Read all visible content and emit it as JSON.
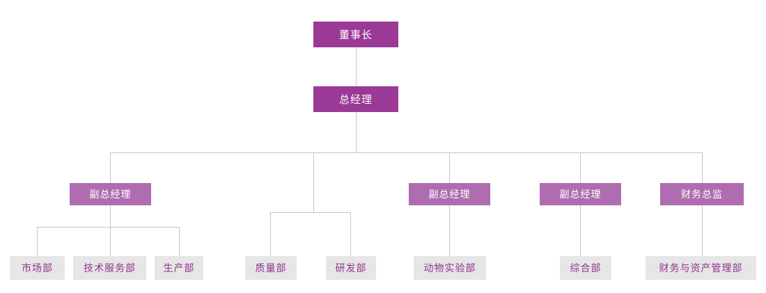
{
  "chart": {
    "title": "",
    "type": "org-chart",
    "colors": {
      "top_box_fill": "#9b3a96",
      "top_box_text": "#ffffff",
      "mid_box_fill": "#af6cb0",
      "mid_box_text": "#ffffff",
      "dept_box_fill": "#e6e6e6",
      "dept_box_text": "#8f338c",
      "connector_line": "#b9c7d1",
      "background": "#ffffff"
    },
    "levels": {
      "level1": [
        {
          "id": "chairman",
          "label": "董事长"
        }
      ],
      "level2": [
        {
          "id": "general-manager",
          "label": "总经理"
        }
      ],
      "level3": [
        {
          "id": "deputy-gm-1",
          "label": "副总经理"
        },
        {
          "id": "deputy-gm-2",
          "label": "副总经理"
        },
        {
          "id": "deputy-gm-3",
          "label": "副总经理"
        },
        {
          "id": "finance-director",
          "label": "财务总监"
        }
      ],
      "level4": [
        {
          "id": "marketing-dept",
          "label": "市场部"
        },
        {
          "id": "tech-service-dept",
          "label": "技术服务部"
        },
        {
          "id": "production-dept",
          "label": "生产部"
        },
        {
          "id": "quality-dept",
          "label": "质量部"
        },
        {
          "id": "rd-dept",
          "label": "研发部"
        },
        {
          "id": "animal-lab-dept",
          "label": "动物实验部"
        },
        {
          "id": "general-affairs-dept",
          "label": "综合部"
        },
        {
          "id": "finance-asset-mgmt-dept",
          "label": "财务与资产管理部"
        }
      ]
    }
  }
}
